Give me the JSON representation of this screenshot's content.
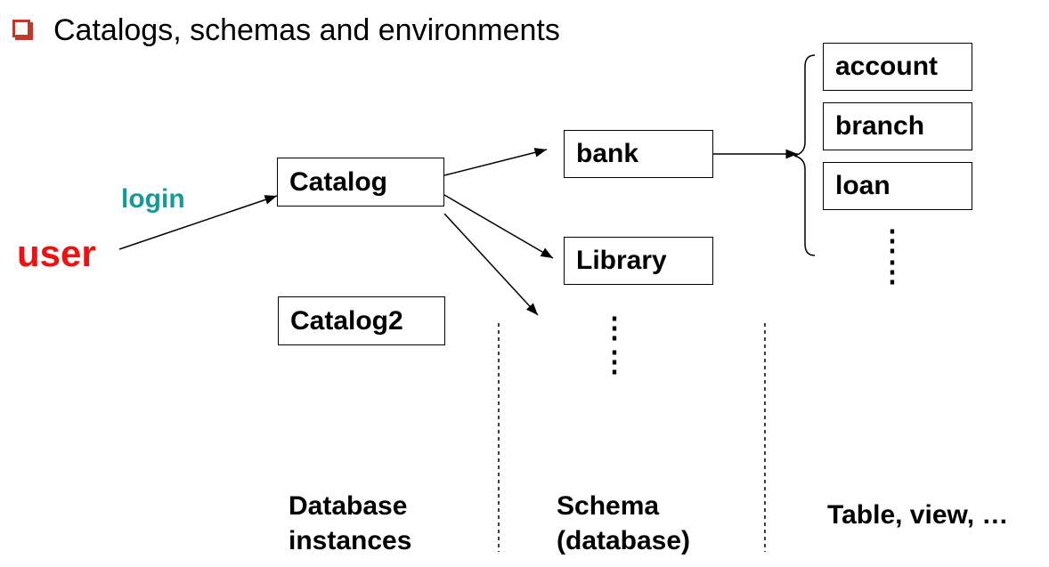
{
  "title": "Catalogs, schemas and environments",
  "actor": {
    "label": "user",
    "color": "#ee1111"
  },
  "connector": {
    "label": "login",
    "color": "#17999a"
  },
  "catalogs": [
    "Catalog",
    "Catalog2"
  ],
  "schemas": [
    "bank",
    "Library"
  ],
  "tables": [
    "account",
    "branch",
    "loan"
  ],
  "ellipsis": "⋮",
  "columns": {
    "catalog": "Database\ninstances",
    "schema": "Schema\n(database)",
    "table": "Table, view, …"
  },
  "accent_color": "#c0392b"
}
